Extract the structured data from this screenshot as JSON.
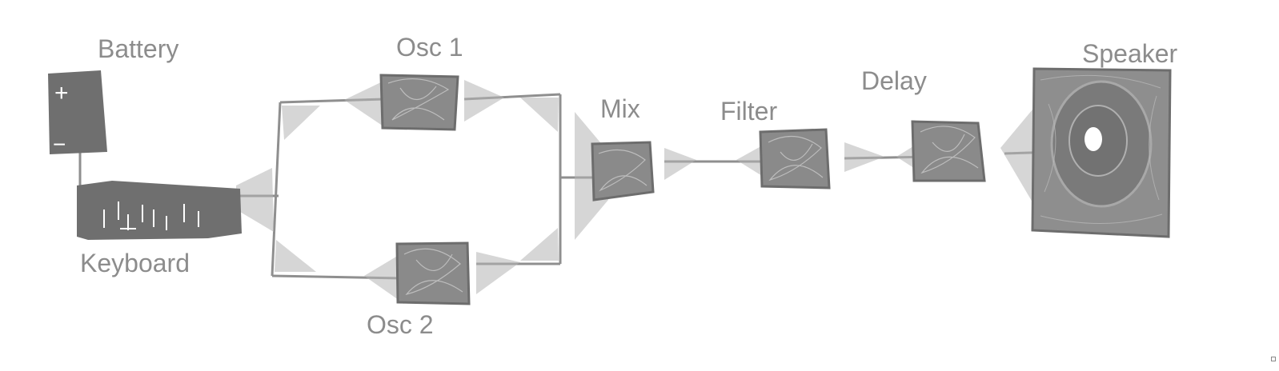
{
  "diagram": {
    "nodes": [
      {
        "id": "battery",
        "label": "Battery",
        "symbols": [
          "+",
          "−"
        ]
      },
      {
        "id": "keyboard",
        "label": "Keyboard"
      },
      {
        "id": "osc1",
        "label": "Osc 1"
      },
      {
        "id": "osc2",
        "label": "Osc 2"
      },
      {
        "id": "mix",
        "label": "Mix"
      },
      {
        "id": "filter",
        "label": "Filter"
      },
      {
        "id": "delay",
        "label": "Delay"
      },
      {
        "id": "speaker",
        "label": "Speaker"
      }
    ],
    "edges": [
      [
        "battery",
        "keyboard"
      ],
      [
        "keyboard",
        "osc1"
      ],
      [
        "keyboard",
        "osc2"
      ],
      [
        "osc1",
        "mix"
      ],
      [
        "osc2",
        "mix"
      ],
      [
        "mix",
        "filter"
      ],
      [
        "filter",
        "delay"
      ],
      [
        "delay",
        "speaker"
      ]
    ],
    "colors": {
      "ink": "#8a8a8a",
      "dark": "#6f6f6f",
      "label": "#8c8c8c",
      "background": "#ffffff"
    }
  }
}
